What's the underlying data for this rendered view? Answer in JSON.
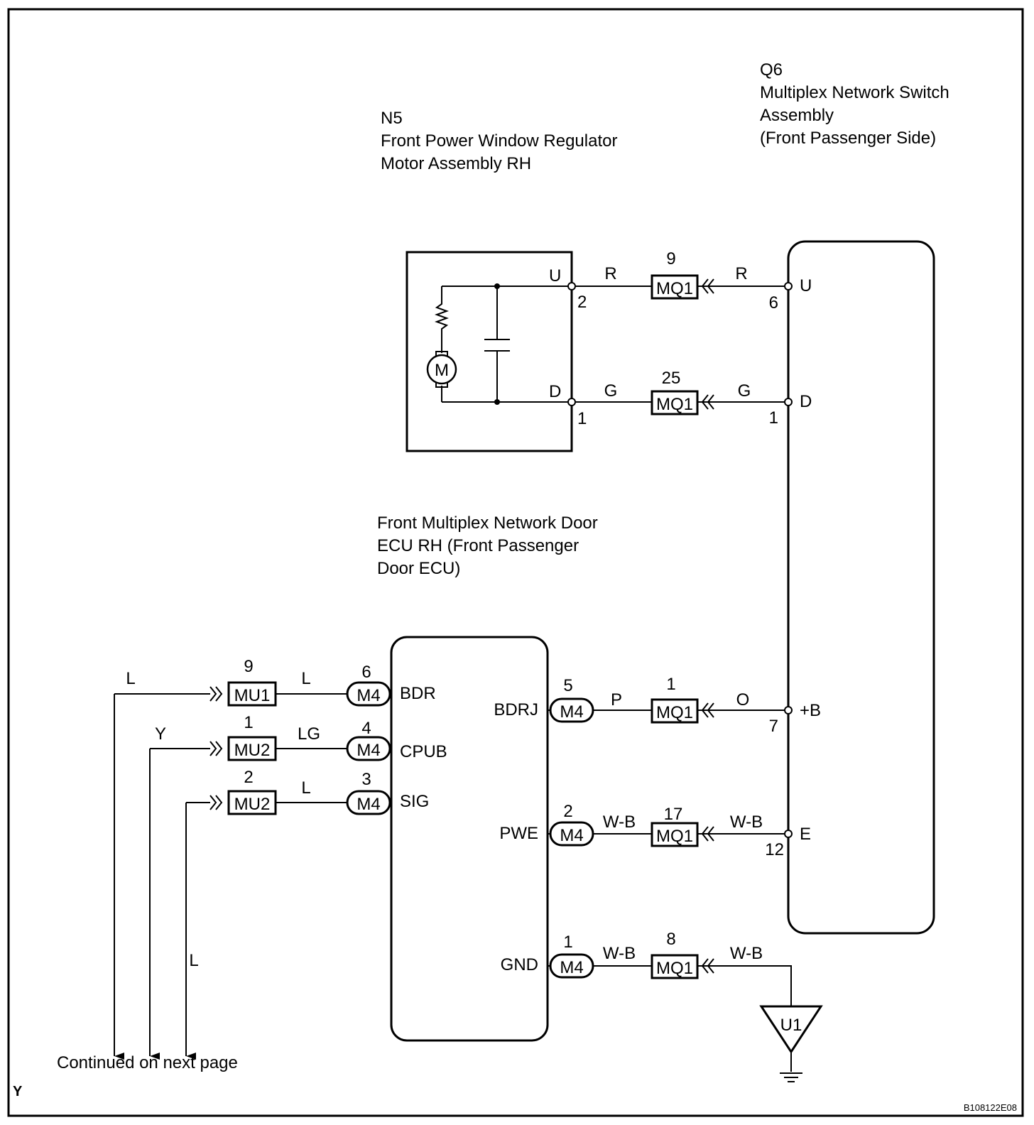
{
  "components": {
    "n5": {
      "id": "N5",
      "name_lines": [
        "Front Power Window Regulator",
        "Motor Assembly RH"
      ],
      "motor_label": "M"
    },
    "q6": {
      "id": "Q6",
      "name_lines": [
        "Multiplex Network Switch",
        "Assembly",
        "(Front Passenger Side)"
      ]
    },
    "ecu": {
      "name_lines": [
        "Front Multiplex Network Door",
        "ECU RH (Front Passenger",
        "Door ECU)"
      ]
    },
    "ground": {
      "label": "U1"
    }
  },
  "pins": {
    "n5_u": "U",
    "n5_u_num": "2",
    "n5_d": "D",
    "n5_d_num": "1",
    "q6_u": "U",
    "q6_u_num": "6",
    "q6_d": "D",
    "q6_d_num": "1",
    "q6_b": "+B",
    "q6_b_num": "7",
    "q6_e": "E",
    "q6_e_num": "12",
    "bdr": "BDR",
    "cpub": "CPUB",
    "sig": "SIG",
    "bdrj": "BDRJ",
    "pwe": "PWE",
    "gnd": "GND"
  },
  "connectors": {
    "mq1_a": {
      "label": "MQ1",
      "pin": "9"
    },
    "mq1_b": {
      "label": "MQ1",
      "pin": "25"
    },
    "mq1_c": {
      "label": "MQ1",
      "pin": "1"
    },
    "mq1_d": {
      "label": "MQ1",
      "pin": "17"
    },
    "mq1_e": {
      "label": "MQ1",
      "pin": "8"
    },
    "mu1": {
      "label": "MU1",
      "pin": "9"
    },
    "mu2_a": {
      "label": "MU2",
      "pin": "1"
    },
    "mu2_b": {
      "label": "MU2",
      "pin": "2"
    },
    "m4_bdr": {
      "label": "M4",
      "pin": "6"
    },
    "m4_cpub": {
      "label": "M4",
      "pin": "4"
    },
    "m4_sig": {
      "label": "M4",
      "pin": "3"
    },
    "m4_bdrj": {
      "label": "M4",
      "pin": "5"
    },
    "m4_pwe": {
      "label": "M4",
      "pin": "2"
    },
    "m4_gnd": {
      "label": "M4",
      "pin": "1"
    }
  },
  "wires": {
    "u_left": "R",
    "u_right": "R",
    "d_left": "G",
    "d_right": "G",
    "b_left": "P",
    "b_right": "O",
    "e_left": "W-B",
    "e_right": "W-B",
    "gnd_left": "W-B",
    "gnd_right": "W-B",
    "bdr_left": "L",
    "bdr_right": "L",
    "cpub_left": "Y",
    "cpub_right": "LG",
    "sig_right": "L",
    "sig_down": "L"
  },
  "footer": {
    "continued": "Continued on next page",
    "corner_letter": "Y",
    "figure_code": "B108122E08"
  }
}
